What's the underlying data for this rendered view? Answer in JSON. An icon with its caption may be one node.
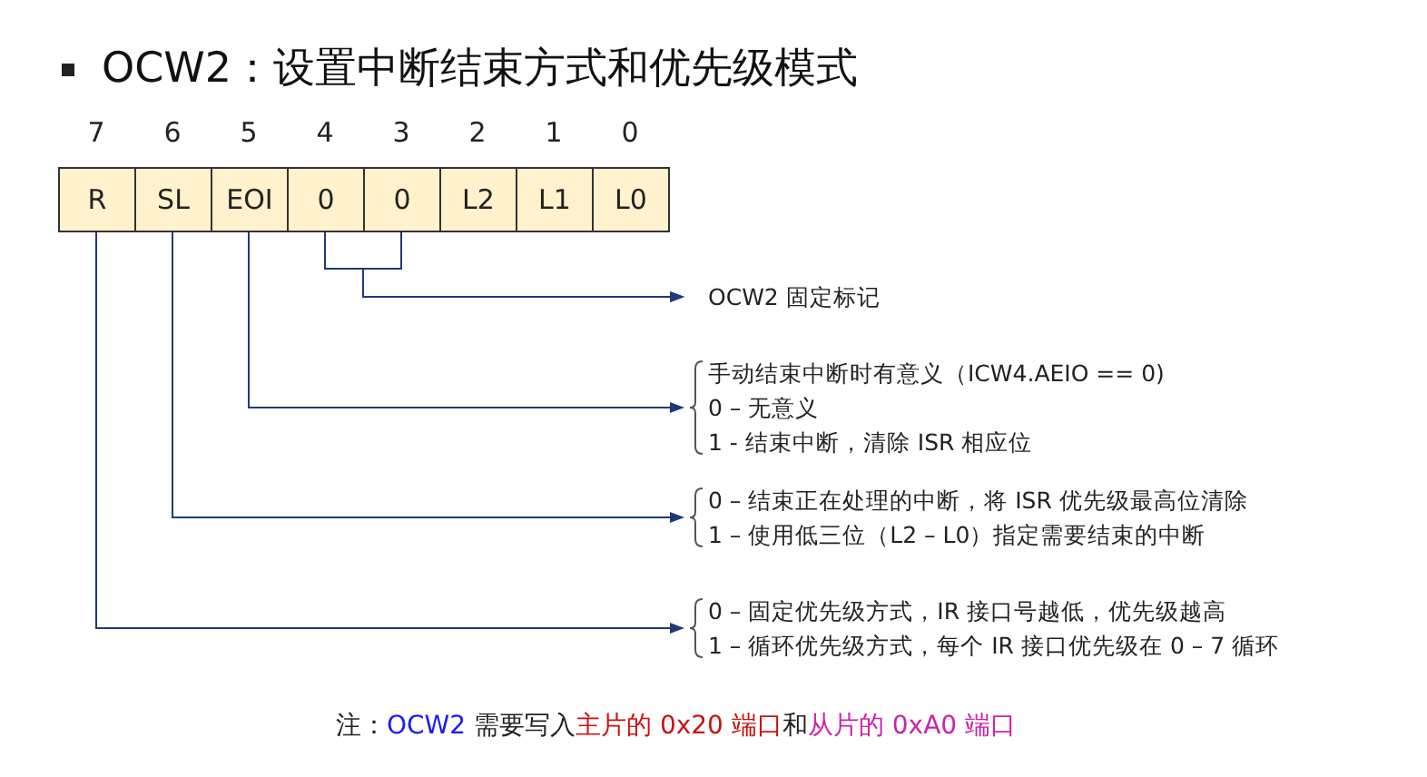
{
  "diagram": {
    "title": "OCW2：设置中断结束方式和优先级模式",
    "nodes": [
      {
        "text": [
          "R"
        ]
      },
      {
        "text": [
          "SL"
        ]
      },
      {
        "text": [
          "EOI"
        ]
      },
      {
        "text": [
          "0"
        ]
      },
      {
        "text": [
          "0"
        ]
      },
      {
        "text": [
          "L2"
        ]
      },
      {
        "text": [
          "L1"
        ]
      },
      {
        "text": [
          "L0"
        ]
      },
      {
        "text": [
          "OCW2 固定标记"
        ]
      },
      {
        "text": [
          "手动结束中断时有意义（ICW4.AEIO == 0)",
          "0 – 无意义",
          "1 - 结束中断，清除 ISR 相应位"
        ]
      },
      {
        "text": [
          "0 – 结束正在处理的中断，将 ISR 优先级最高位清除",
          "1 – 使用低三位（L2 – L0）指定需要结束的中断"
        ]
      },
      {
        "text": [
          "0 – 固定优先级方式，IR 接口号越低，优先级越高",
          "1 – 循环优先级方式，每个 IR 接口优先级在 0 – 7 循环"
        ]
      }
    ],
    "edges": [
      {
        "from": 3,
        "to": 8,
        "arrow": "to"
      },
      {
        "from": 4,
        "to": 8,
        "arrow": "to"
      },
      {
        "from": 2,
        "to": 9,
        "arrow": "to"
      },
      {
        "from": 1,
        "to": 10,
        "arrow": "to"
      },
      {
        "from": 0,
        "to": 11,
        "arrow": "to"
      }
    ],
    "labels": [
      "7",
      "6",
      "5",
      "4",
      "3",
      "2",
      "1",
      "0",
      "注：",
      "OCW2",
      " 需要写入",
      "主片的 0x20 端口",
      "和",
      "从片的 0xA0 端口"
    ]
  }
}
